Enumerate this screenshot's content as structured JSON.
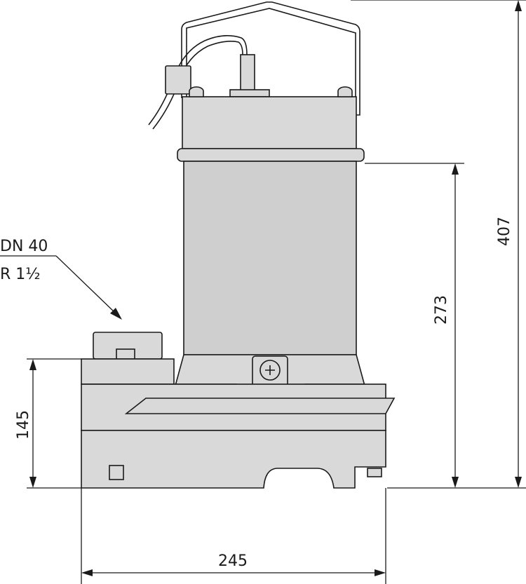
{
  "inlet": {
    "line1": "DN 40",
    "line2": "R 1½"
  },
  "dimensions": {
    "overall_height": "407",
    "motor_height": "273",
    "base_height": "145",
    "base_width": "245"
  }
}
